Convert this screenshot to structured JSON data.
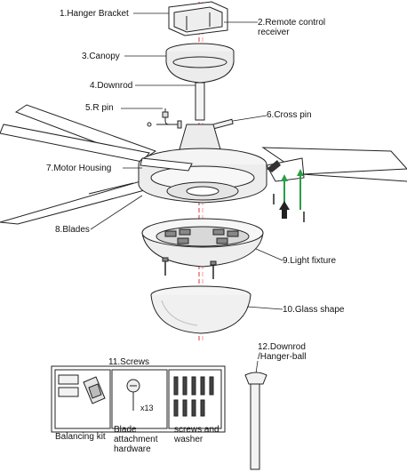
{
  "labels": {
    "hanger_bracket": "1.Hanger Bracket",
    "remote_receiver_line1": "2.Remote control",
    "remote_receiver_line2": "receiver",
    "canopy": "3.Canopy",
    "downrod": "4.Downrod",
    "r_pin": "5.R pin",
    "cross_pin": "6.Cross pin",
    "motor_housing": "7.Motor Housing",
    "blades": "8.Blades",
    "light_fixture": "9.Light fixture",
    "glass_shape": "10.Glass shape",
    "screws": "11.Screws",
    "downrod_ball_line1": "12.Downrod",
    "downrod_ball_line2": "/Hanger-ball"
  },
  "kit": {
    "balancing_kit": "Balancing kit",
    "blade_hw_line1": "Blade",
    "blade_hw_line2": "attachment",
    "blade_hw_line3": "hardware",
    "count": "x13",
    "screws_washer_line1": "screws and",
    "screws_washer_line2": "washer"
  },
  "colors": {
    "center_line": "#e0303a",
    "arrow_green": "#2a9d48",
    "stroke": "#222222"
  }
}
